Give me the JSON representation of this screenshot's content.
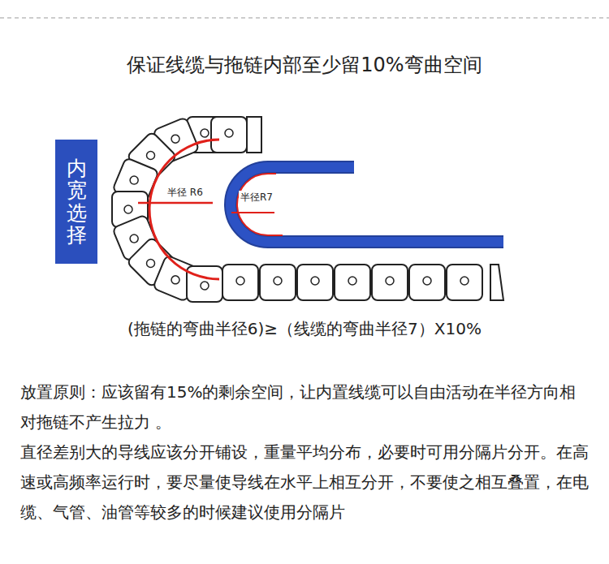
{
  "diagram": {
    "title": "保证线缆与拖链内部至少留10%弯曲空间",
    "nodes": [
      {
        "text": [
          "内宽选择"
        ]
      }
    ],
    "labels": [
      "半径 R6",
      "半径R7",
      "(拖链的弯曲半径6)≥（线缆的弯曲半径7）X10%",
      "放置原则：应该留有15%的剩余空间，让内置线缆可以自由活动在半径方向相对拖链不产生拉力 。",
      "直径差别大的导线应该分开铺设，重量平均分布，必要时可用分隔片分开。在高速或高频率运行时，要尽量使导线在水平上相互分开，不要使之相互叠置，在电缆、气管、油管等较多的时候建议使用分隔片"
    ]
  }
}
